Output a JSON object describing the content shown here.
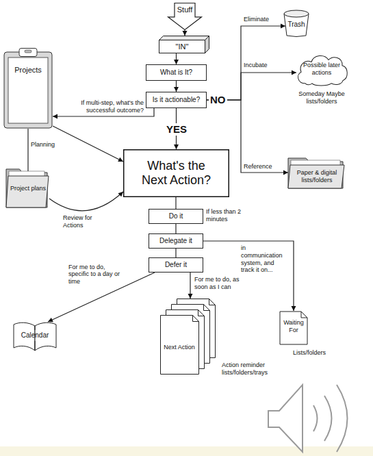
{
  "diagram": {
    "nodes": [
      {
        "text": [
          "Stuff"
        ]
      },
      {
        "text": [
          "\"IN\""
        ]
      },
      {
        "text": [
          "What is It?"
        ]
      },
      {
        "text": [
          "Is it actionable?"
        ]
      },
      {
        "text": [
          "Trash"
        ]
      },
      {
        "text": [
          "Possible later actions",
          "Someday Maybe lists/folders"
        ]
      },
      {
        "text": [
          "Paper & digital lists/folders"
        ]
      },
      {
        "text": [
          "Projects"
        ]
      },
      {
        "text": [
          "What's the Next Action?"
        ]
      },
      {
        "text": [
          "Project plans"
        ]
      },
      {
        "text": [
          "Do it"
        ]
      },
      {
        "text": [
          "Delegate it"
        ]
      },
      {
        "text": [
          "Defer it"
        ]
      },
      {
        "text": [
          "Waiting For",
          "Lists/folders"
        ]
      },
      {
        "text": [
          "Calendar"
        ]
      },
      {
        "text": [
          "Next Action",
          "Action reminder lists/folders/trays"
        ]
      }
    ],
    "edges": [
      {
        "from": 0,
        "to": 1,
        "arrow": "to"
      },
      {
        "from": 1,
        "to": 2,
        "arrow": "to"
      },
      {
        "from": 2,
        "to": 3,
        "arrow": "to"
      },
      {
        "from": 3,
        "to": 4,
        "label": "Eliminate",
        "arrow": "to"
      },
      {
        "from": 3,
        "to": 5,
        "label": "Incubate",
        "arrow": "to"
      },
      {
        "from": 3,
        "to": 6,
        "label": "Reference",
        "arrow": "to"
      },
      {
        "from": 3,
        "to": 8,
        "arrow": "to"
      },
      {
        "from": 3,
        "to": 7,
        "label": "If multi-step, what's the successful outcome?",
        "arrow": "to"
      },
      {
        "from": 7,
        "to": 8,
        "arrow": "to"
      },
      {
        "from": 7,
        "to": 9,
        "label": "Planning",
        "arrow": "none"
      },
      {
        "from": 9,
        "to": 8,
        "label": "Review for Actions",
        "arrow": "to"
      },
      {
        "from": 8,
        "to": 10,
        "arrow": "none"
      },
      {
        "from": 10,
        "to": 11,
        "arrow": "none"
      },
      {
        "from": 11,
        "to": 12,
        "arrow": "none"
      },
      {
        "from": 11,
        "to": 13,
        "label": "in communication system, and track it on...",
        "arrow": "to"
      },
      {
        "from": 12,
        "to": 14,
        "label": "For me to do, specific to a day or time",
        "arrow": "to"
      },
      {
        "from": 12,
        "to": 15,
        "label": "For me to do, as soon as I can",
        "arrow": "to"
      }
    ],
    "labels": [
      "NO",
      "YES",
      "If less than 2 minutes"
    ]
  }
}
